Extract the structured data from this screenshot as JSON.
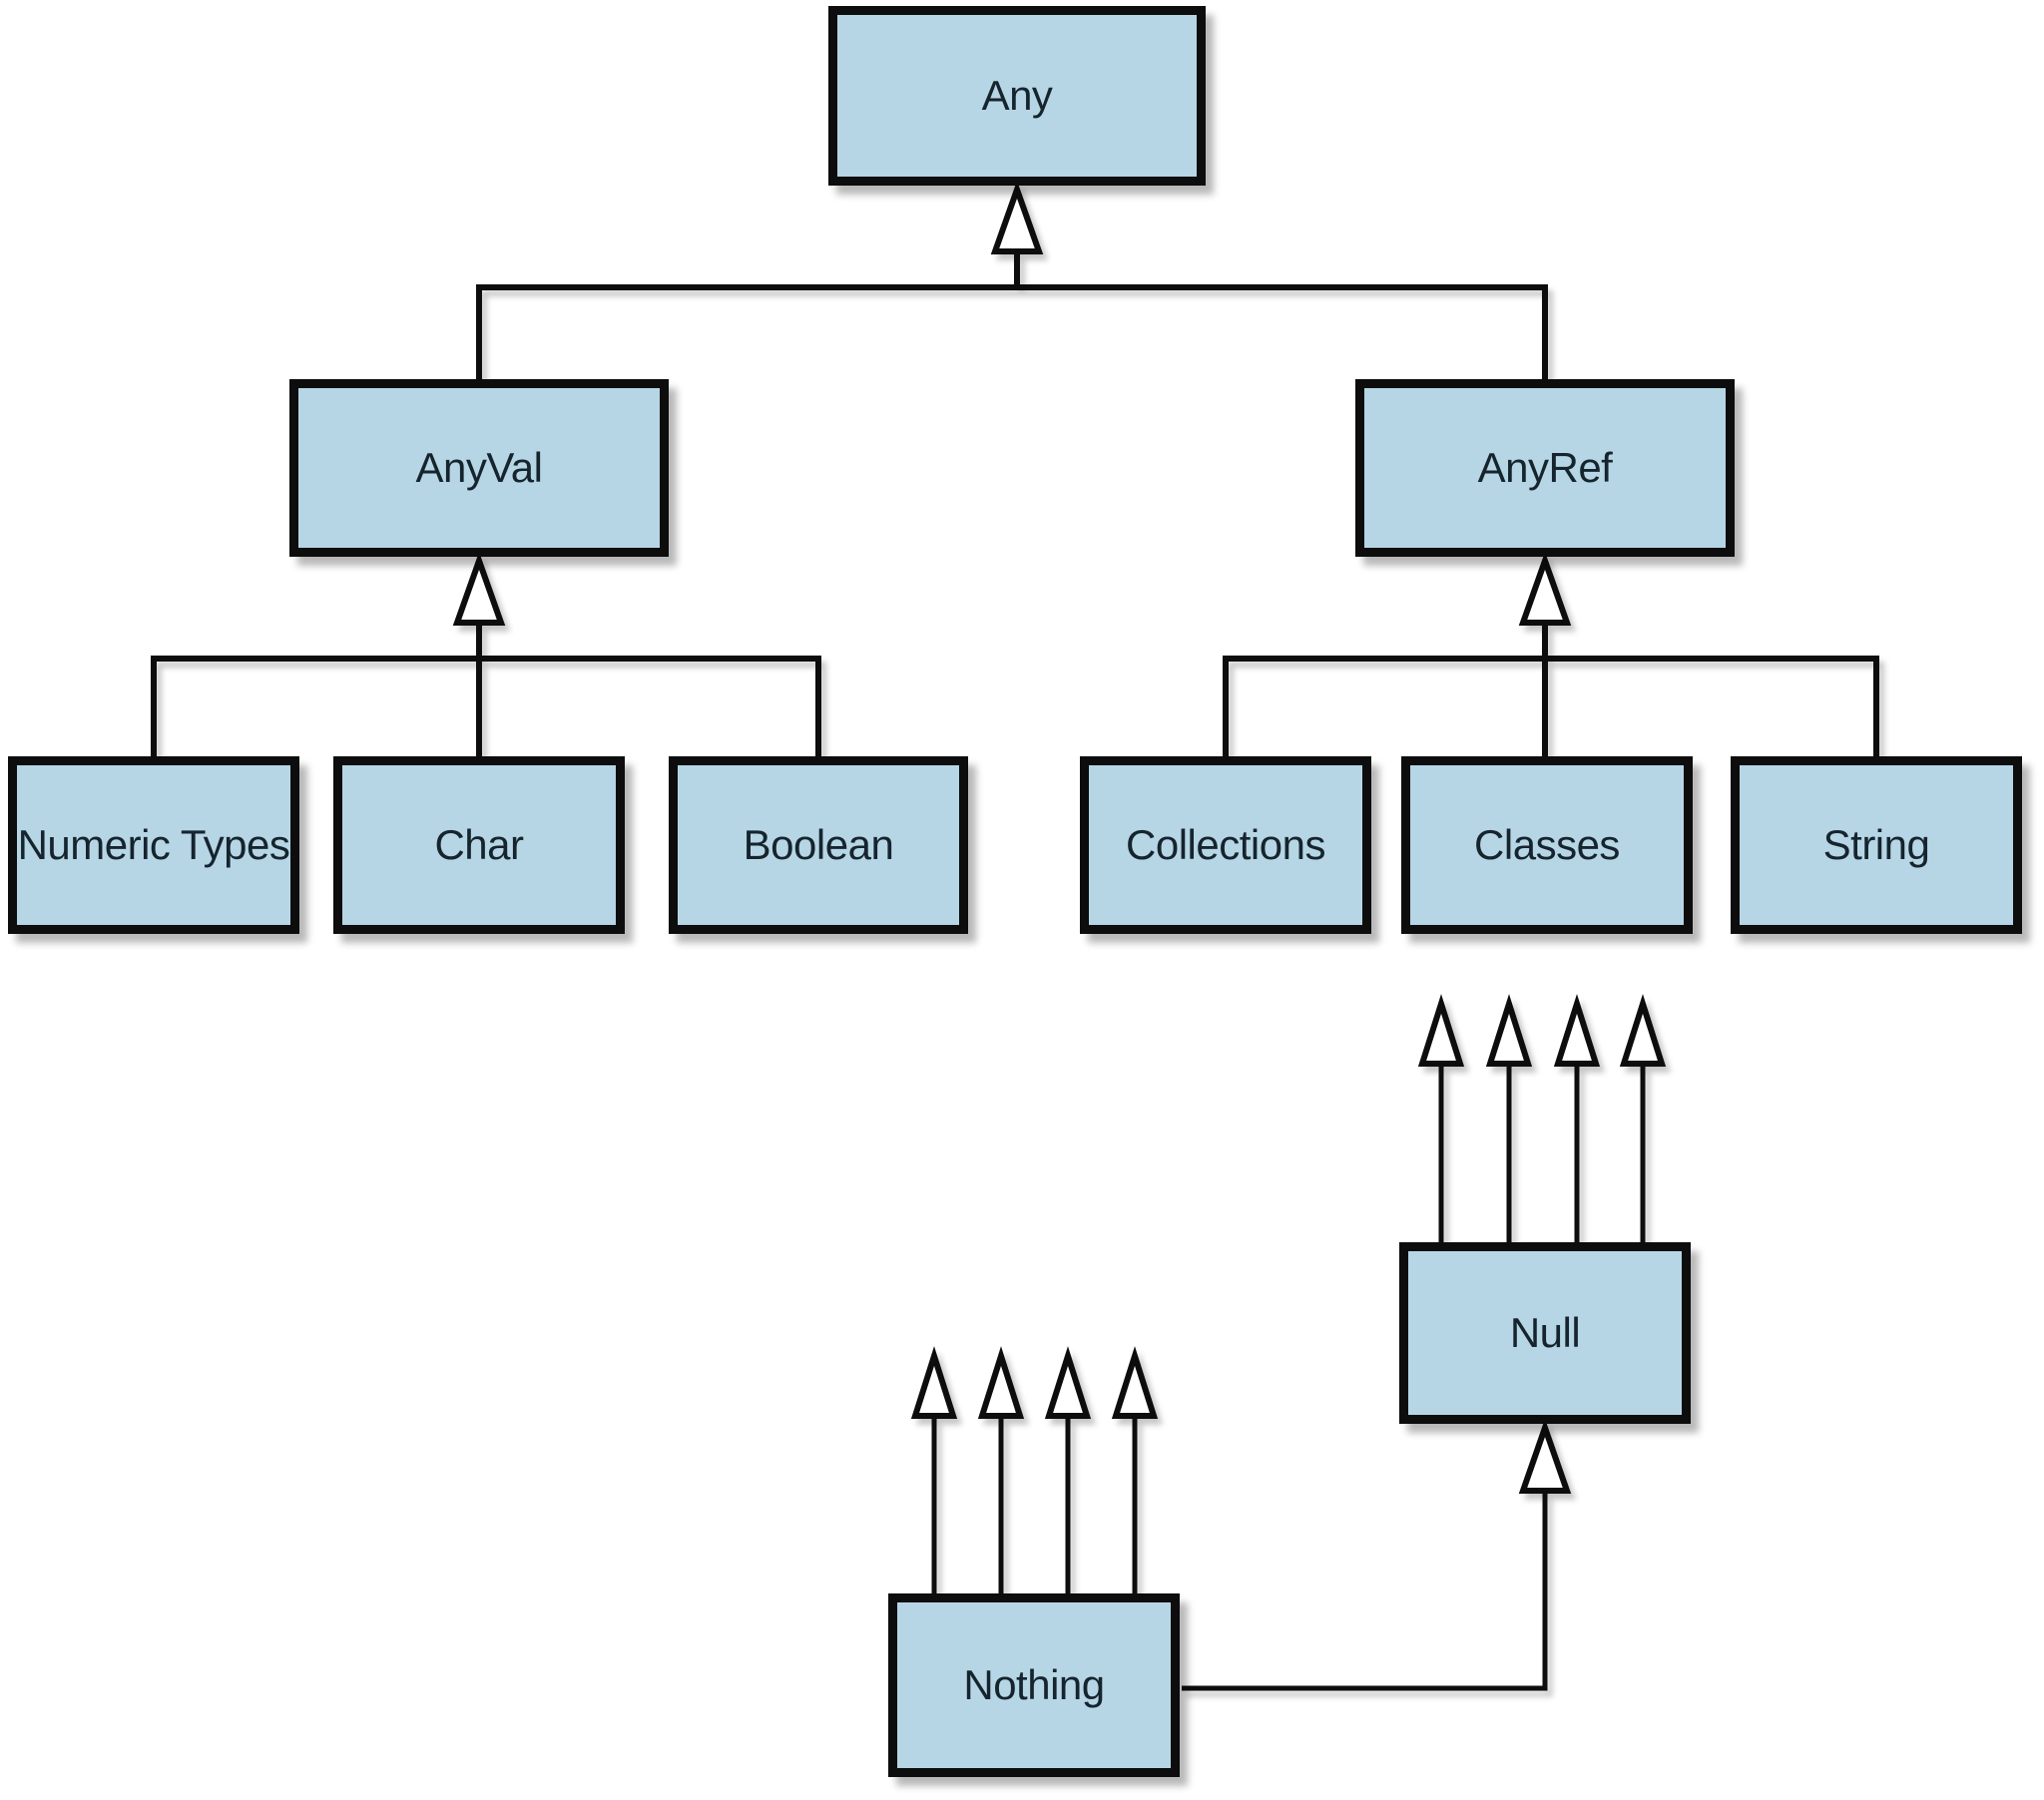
{
  "diagram": {
    "description": "Type hierarchy diagram with hollow-triangle inheritance arrows",
    "colors": {
      "node_fill": "#b6d6e5",
      "node_border": "#0d0d0d",
      "line": "#0d0d0d",
      "text": "#16242e",
      "background": "#ffffff"
    },
    "nodes": {
      "any": {
        "label": "Any"
      },
      "anyval": {
        "label": "AnyVal"
      },
      "anyref": {
        "label": "AnyRef"
      },
      "numeric_types": {
        "label": "Numeric Types"
      },
      "char": {
        "label": "Char"
      },
      "boolean": {
        "label": "Boolean"
      },
      "collections": {
        "label": "Collections"
      },
      "classes": {
        "label": "Classes"
      },
      "string": {
        "label": "String"
      },
      "null": {
        "label": "Null"
      },
      "nothing": {
        "label": "Nothing"
      }
    },
    "edges": [
      {
        "from": "AnyVal",
        "to": "Any",
        "marker": "hollow-triangle"
      },
      {
        "from": "AnyRef",
        "to": "Any",
        "marker": "hollow-triangle"
      },
      {
        "from": "Numeric Types",
        "to": "AnyVal",
        "marker": "hollow-triangle"
      },
      {
        "from": "Char",
        "to": "AnyVal",
        "marker": "hollow-triangle"
      },
      {
        "from": "Boolean",
        "to": "AnyVal",
        "marker": "hollow-triangle"
      },
      {
        "from": "Collections",
        "to": "AnyRef",
        "marker": "hollow-triangle"
      },
      {
        "from": "Classes",
        "to": "AnyRef",
        "marker": "hollow-triangle"
      },
      {
        "from": "String",
        "to": "AnyRef",
        "marker": "hollow-triangle"
      },
      {
        "from": "Nothing",
        "to": "Null",
        "marker": "hollow-triangle"
      }
    ],
    "dangling_arrow_groups": [
      {
        "above_node": "Null",
        "arrow_count": 4,
        "direction": "up"
      },
      {
        "above_node": "Nothing",
        "arrow_count": 4,
        "direction": "up"
      }
    ]
  }
}
